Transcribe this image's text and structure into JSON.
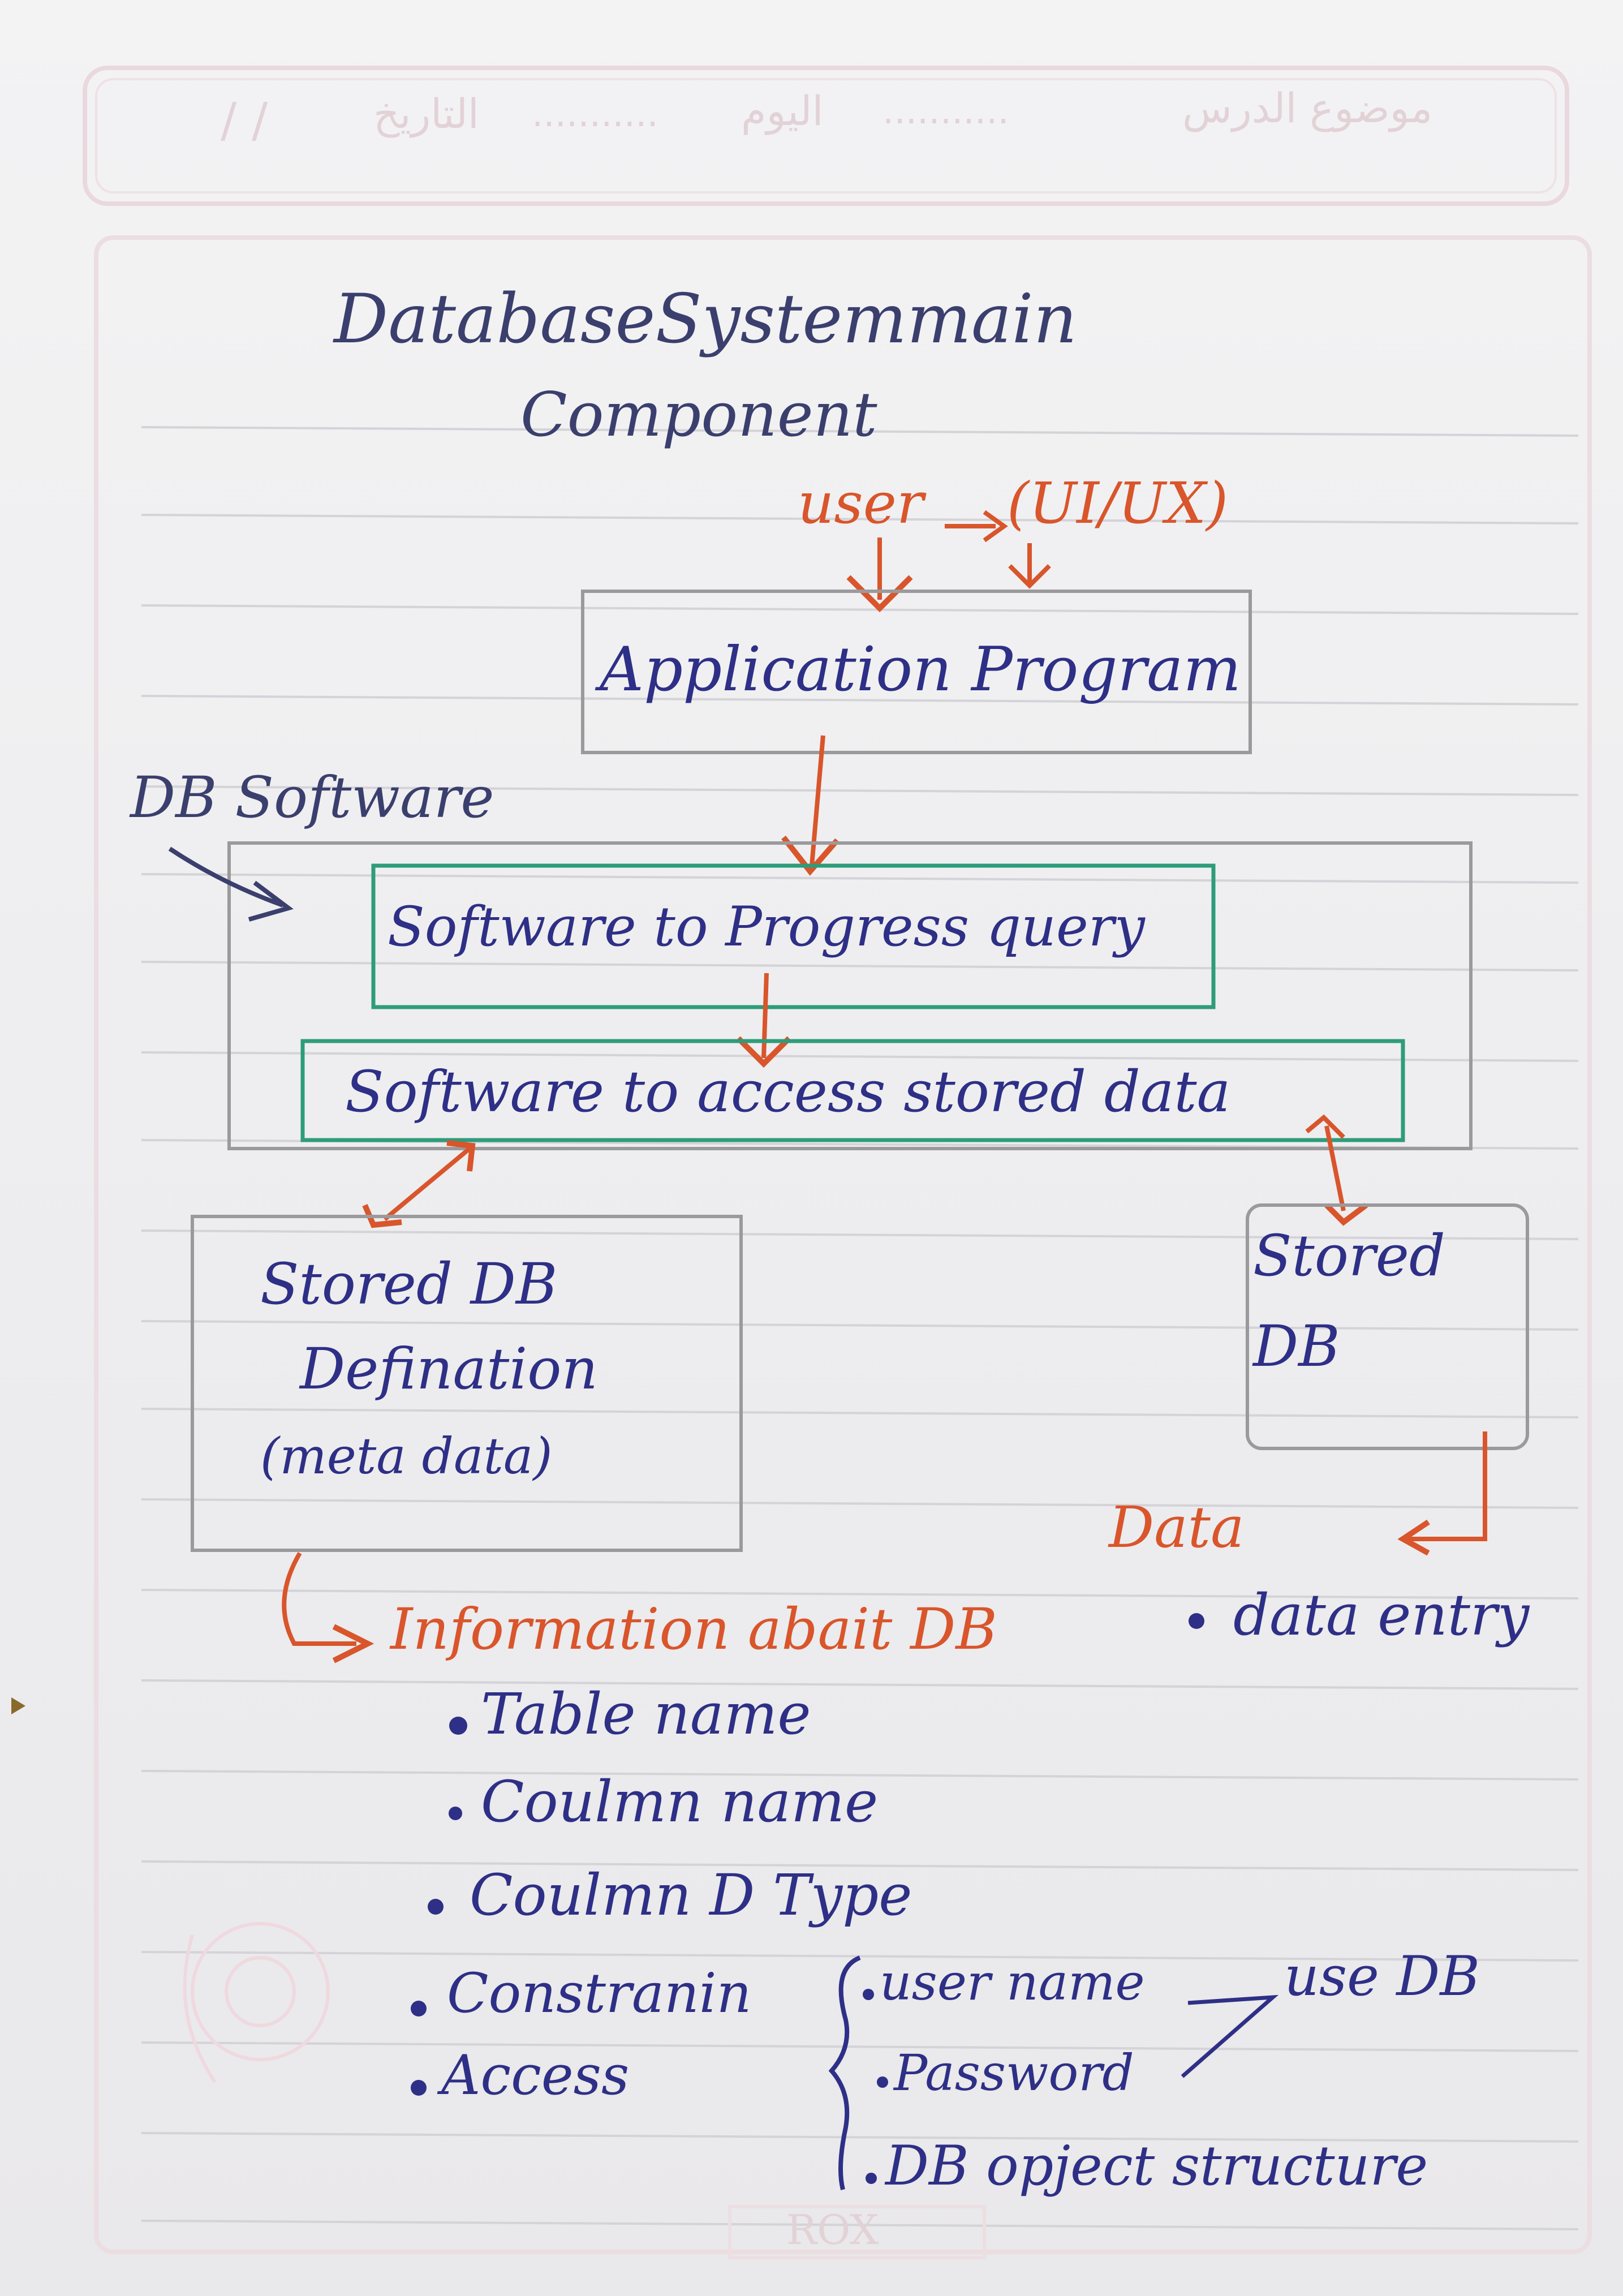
{
  "header": {
    "topic_label": "موضوع الدرس",
    "day_label": "اليوم",
    "date_label": "التاريخ",
    "dots": "...........",
    "date_slashes": "/ /"
  },
  "title": {
    "line1": "DatabaseSystemmain",
    "line2": "Component"
  },
  "user_label": "user",
  "ui_ux_label": "(UI/UX)",
  "application_program": "Application Program",
  "db_software_label": "DB Software",
  "software_process_query": "Software to Progress query",
  "software_access_data": "Software to access stored data",
  "stored_db_definition": {
    "line1": "Stored DB",
    "line2": "Defination",
    "line3": "(meta data)"
  },
  "stored_db": {
    "line1": "Stored",
    "line2": "DB"
  },
  "data_label": "Data",
  "data_entry": "data entry",
  "information_heading": "Information abait DB",
  "info_items": [
    "Table name",
    "Coulmn name",
    "Coulmn D Type",
    "Constranin",
    "Access"
  ],
  "access_items": [
    "user name",
    "Password",
    "DB opject structure"
  ],
  "use_db": "use DB",
  "footer_brand": "ROX",
  "colors": {
    "blue_ink": "#2e2f86",
    "red_ink": "#d9552b",
    "green_ink": "#2e9c7a",
    "pencil": "#9a9a9c"
  }
}
